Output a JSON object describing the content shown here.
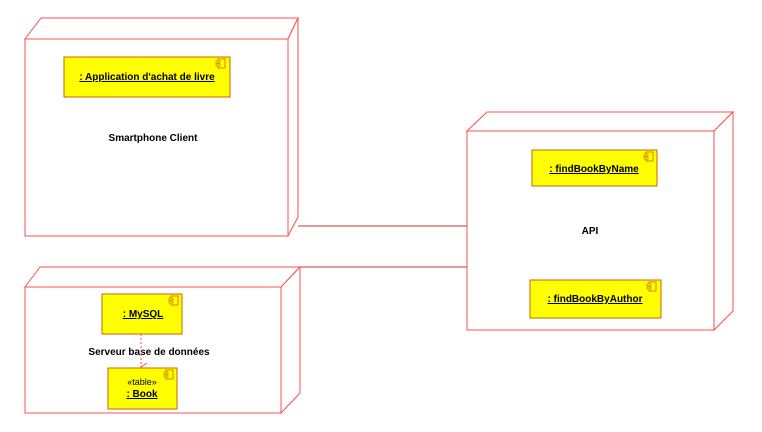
{
  "colors": {
    "node_border": "#ff4d4d",
    "component_fill": "#ffff00",
    "component_border": "#cc6600",
    "connector": "#cc3333",
    "dependency": "#ff4d4d"
  },
  "nodes": {
    "smartphone": {
      "label": "Smartphone Client",
      "components": [
        {
          "label": ": Application d'achat de livre",
          "icon": "component-icon"
        }
      ]
    },
    "api": {
      "label": "API",
      "components": [
        {
          "label": ": findBookByName",
          "icon": "component-icon"
        },
        {
          "label": ": findBookByAuthor",
          "icon": "component-icon"
        }
      ]
    },
    "db_server": {
      "label": "Serveur base de données",
      "components": [
        {
          "label": ": MySQL",
          "icon": "component-icon"
        },
        {
          "stereotype": "«table»",
          "label": ": Book",
          "icon": "component-icon"
        }
      ]
    }
  }
}
